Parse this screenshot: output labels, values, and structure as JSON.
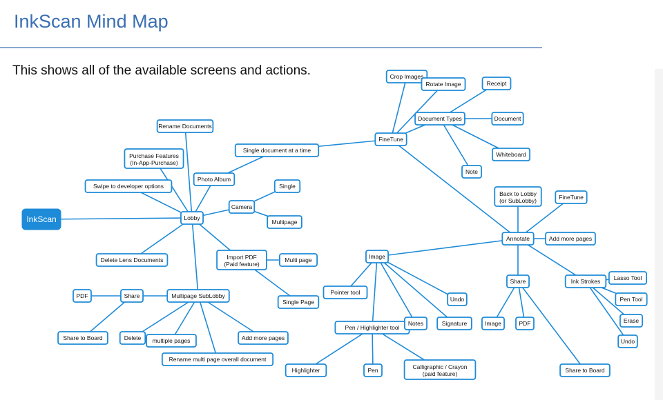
{
  "header": {
    "title": "InkScan Mind Map",
    "subtitle": "This shows all of the available screens and actions."
  },
  "colors": {
    "accent": "#1e8bd8",
    "title": "#3a6fb3"
  },
  "nodes": [
    {
      "id": "inkscan",
      "label": "InkScan"
    },
    {
      "id": "lobby",
      "label": "Lobby"
    },
    {
      "id": "rename_docs",
      "label": "Rename Documents"
    },
    {
      "id": "purchase",
      "label": "Purchase Features (In-App-Purchase)"
    },
    {
      "id": "swipe",
      "label": "Swipe to developer options"
    },
    {
      "id": "photo_album",
      "label": "Photo Album"
    },
    {
      "id": "single_doc",
      "label": "Single document at a time"
    },
    {
      "id": "camera",
      "label": "Camera"
    },
    {
      "id": "single",
      "label": "Single"
    },
    {
      "id": "multipage",
      "label": "Multipage"
    },
    {
      "id": "import_pdf",
      "label": "Import PDF (Paid feature)"
    },
    {
      "id": "multi_page",
      "label": "Multi page"
    },
    {
      "id": "single_page",
      "label": "Single Page"
    },
    {
      "id": "delete_lens",
      "label": "Delete Lens Documents"
    },
    {
      "id": "sublobby",
      "label": "Multipage SubLobby"
    },
    {
      "id": "share1",
      "label": "Share"
    },
    {
      "id": "pdf1",
      "label": "PDF"
    },
    {
      "id": "share_board1",
      "label": "Share to Board"
    },
    {
      "id": "delete",
      "label": "Delete"
    },
    {
      "id": "multiple_pages",
      "label": "multiple pages"
    },
    {
      "id": "rename_multi",
      "label": "Rename multi page overall document"
    },
    {
      "id": "add_pages1",
      "label": "Add more pages"
    },
    {
      "id": "finetune1",
      "label": "FineTune"
    },
    {
      "id": "crop",
      "label": "Crop Images"
    },
    {
      "id": "rotate",
      "label": "Rotate Image"
    },
    {
      "id": "doc_types",
      "label": "Document Types"
    },
    {
      "id": "receipt",
      "label": "Receipt"
    },
    {
      "id": "document",
      "label": "Document"
    },
    {
      "id": "whiteboard",
      "label": "Whiteboard"
    },
    {
      "id": "note",
      "label": "Note"
    },
    {
      "id": "annotate",
      "label": "Annotate"
    },
    {
      "id": "back_lobby",
      "label": "Back to Lobby (or SubLobby)"
    },
    {
      "id": "finetune2",
      "label": "FineTune"
    },
    {
      "id": "add_pages2",
      "label": "Add more pages"
    },
    {
      "id": "image",
      "label": "Image"
    },
    {
      "id": "pointer",
      "label": "Pointer tool"
    },
    {
      "id": "undo1",
      "label": "Undo"
    },
    {
      "id": "pen_hl",
      "label": "Pen / Highlighter tool"
    },
    {
      "id": "notes",
      "label": "Notes"
    },
    {
      "id": "signature",
      "label": "Signature"
    },
    {
      "id": "highlighter",
      "label": "Highlighter"
    },
    {
      "id": "pen",
      "label": "Pen"
    },
    {
      "id": "calligraphic",
      "label": "Calligraphic / Crayon (paid feature)"
    },
    {
      "id": "share2",
      "label": "Share"
    },
    {
      "id": "image2",
      "label": "Image"
    },
    {
      "id": "pdf2",
      "label": "PDF"
    },
    {
      "id": "share_board2",
      "label": "Share to Board"
    },
    {
      "id": "ink_strokes",
      "label": "Ink Strokes"
    },
    {
      "id": "lasso",
      "label": "Lasso Tool"
    },
    {
      "id": "pen_tool",
      "label": "Pen Tool"
    },
    {
      "id": "erase",
      "label": "Erase"
    },
    {
      "id": "undo2",
      "label": "Undo"
    }
  ],
  "edges": [
    [
      "inkscan",
      "lobby"
    ],
    [
      "lobby",
      "rename_docs"
    ],
    [
      "lobby",
      "purchase"
    ],
    [
      "lobby",
      "swipe"
    ],
    [
      "lobby",
      "photo_album"
    ],
    [
      "photo_album",
      "single_doc"
    ],
    [
      "single_doc",
      "finetune1"
    ],
    [
      "lobby",
      "camera"
    ],
    [
      "camera",
      "single"
    ],
    [
      "camera",
      "multipage"
    ],
    [
      "lobby",
      "import_pdf"
    ],
    [
      "import_pdf",
      "multi_page"
    ],
    [
      "import_pdf",
      "single_page"
    ],
    [
      "lobby",
      "delete_lens"
    ],
    [
      "lobby",
      "sublobby"
    ],
    [
      "sublobby",
      "share1"
    ],
    [
      "share1",
      "pdf1"
    ],
    [
      "share1",
      "share_board1"
    ],
    [
      "sublobby",
      "delete"
    ],
    [
      "sublobby",
      "multiple_pages"
    ],
    [
      "sublobby",
      "rename_multi"
    ],
    [
      "sublobby",
      "add_pages1"
    ],
    [
      "finetune1",
      "crop"
    ],
    [
      "finetune1",
      "rotate"
    ],
    [
      "finetune1",
      "doc_types"
    ],
    [
      "finetune1",
      "annotate"
    ],
    [
      "doc_types",
      "receipt"
    ],
    [
      "doc_types",
      "document"
    ],
    [
      "doc_types",
      "whiteboard"
    ],
    [
      "doc_types",
      "note"
    ],
    [
      "annotate",
      "back_lobby"
    ],
    [
      "annotate",
      "finetune2"
    ],
    [
      "annotate",
      "add_pages2"
    ],
    [
      "annotate",
      "image"
    ],
    [
      "annotate",
      "share2"
    ],
    [
      "annotate",
      "ink_strokes"
    ],
    [
      "image",
      "pointer"
    ],
    [
      "image",
      "undo1"
    ],
    [
      "image",
      "pen_hl"
    ],
    [
      "image",
      "notes"
    ],
    [
      "image",
      "signature"
    ],
    [
      "pen_hl",
      "highlighter"
    ],
    [
      "pen_hl",
      "pen"
    ],
    [
      "pen_hl",
      "calligraphic"
    ],
    [
      "share2",
      "image2"
    ],
    [
      "share2",
      "pdf2"
    ],
    [
      "share2",
      "share_board2"
    ],
    [
      "ink_strokes",
      "lasso"
    ],
    [
      "ink_strokes",
      "pen_tool"
    ],
    [
      "ink_strokes",
      "erase"
    ],
    [
      "ink_strokes",
      "undo2"
    ]
  ]
}
